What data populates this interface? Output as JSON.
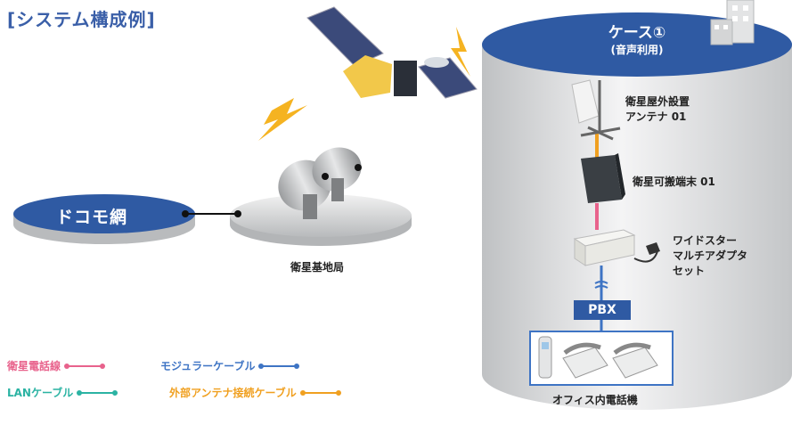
{
  "title": "[システム構成例]",
  "case": {
    "title": "ケース①",
    "subtitle": "(音声利用)"
  },
  "nodes": {
    "docomo": "ドコモ網",
    "ground_station": "衛星基地局",
    "antenna": [
      "衛星屋外設置",
      "アンテナ 01"
    ],
    "terminal": "衛星可搬端末 01",
    "adapter": [
      "ワイドスター",
      "マルチアダプタ",
      "セット"
    ],
    "pbx": "PBX",
    "phones": "オフィス内電話機"
  },
  "legend": [
    {
      "label": "衛星電話線",
      "color": "#e8628c"
    },
    {
      "label": "モジュラーケーブル",
      "color": "#3e74c4"
    },
    {
      "label": "LANケーブル",
      "color": "#2bb3a3"
    },
    {
      "label": "外部アンテナ接続ケーブル",
      "color": "#f0a020"
    }
  ],
  "colors": {
    "accent": "#2f5aa3",
    "lightning": "#f5b321",
    "cylinder": "#d9dadb"
  }
}
